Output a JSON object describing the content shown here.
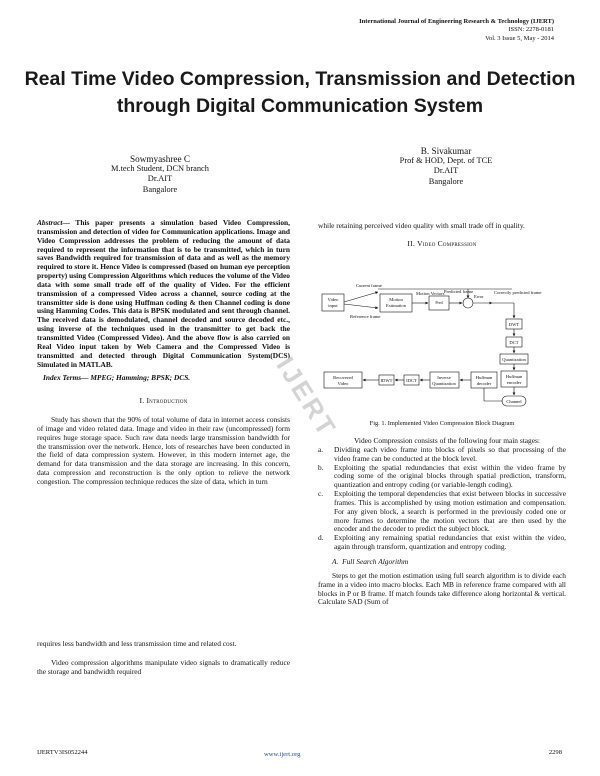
{
  "header": {
    "journal": "International Journal of Engineering Research & Technology (IJERT)",
    "issn": "ISSN: 2278-0181",
    "volume": "Vol. 3 Issue 5, May - 2014"
  },
  "title": "Real Time Video Compression, Transmission and Detection through Digital Communication System",
  "authors": [
    {
      "name": "Sowmyashree C",
      "aff1": "M.tech Student, DCN branch",
      "aff2": "Dr.AIT",
      "aff3": "Bangalore"
    },
    {
      "name": "B. Sivakumar",
      "aff1": "Prof & HOD, Dept. of TCE",
      "aff2": "Dr.AIT",
      "aff3": "Bangalore"
    }
  ],
  "abstract": {
    "label": "Abstract",
    "dash": "— ",
    "text": "This paper presents a simulation based Video Compression, transmission and detection of video for Communication applications. Image and Video Compression addresses the problem of reducing the amount of data required to represent the information that is to be transmitted, which in turn saves Bandwidth required for transmission of data and as well as the memory required to store it. Hence Video is compressed (based on human eye perception property) using Compression Algorithms which reduces the volume of the Video data with some small trade off of the quality of Video. For the efficient transmission of a compressed Video across a channel, source coding at the transmitter side is done using Huffman coding & then Channel coding is done using Hamming Codes. This data is BPSK modulated and sent through channel. The received data is demodulated, channel decoded and source decoded etc., using inverse of the techniques used in the transmitter to get back the transmitted Video (Compressed Video). And the above flow is also carried on Real Video input taken by Web Camera and the Compressed Video is transmitted and detected through Digital Communication System(DCS) Simulated in MATLAB."
  },
  "index_terms": {
    "label": "Index Terms",
    "text": "— MPEG; Hamming; BPSK; DCS."
  },
  "section1": {
    "num": "I.",
    "title": "Introduction",
    "para1": "Study has shown that the 90% of total volume of data in internet access consists of image and video related data. Image and video in their raw (uncompressed) form requires huge storage space. Such raw data needs large transmission bandwidth for the transmission over the network. Hence, lots of researches have been conducted in the field of data compression system. However, in this modern internet age, the demand for data transmission and the data storage are increasing. In this concern, data compression and reconstruction is the only option to relieve the network congestion. The compression technique reduces the size of data, which in turn",
    "para1_cont": "requires less bandwidth and less transmission time and related cost.",
    "para2": "Video compression algorithms manipulate video signals to dramatically reduce the storage and bandwidth required",
    "para2_cont": "while retaining perceived video quality with small trade off in quality."
  },
  "section2": {
    "num": "II.",
    "title": "Video Compression",
    "figure": {
      "caption": "Fig. 1. Implemented Video Compression Block Diagram",
      "labels": {
        "current_frame": "Current frame",
        "video_input": "Video input",
        "reference_frame": "Reference frame",
        "motion_estimation": "Motion Estimation",
        "motion_vectors": "Motion Vectors",
        "predicted_frame": "Predicted frame",
        "error": "Error",
        "correctly_predicted": "Correctly predicted frame",
        "dwt": "DWT",
        "dct": "DCT",
        "quantization": "Quantization",
        "huffman_encoder": "Huffman encoder",
        "channel": "Channel",
        "huffman_decoder": "Huffman decoder",
        "inverse_quantization": "Inverse Quantization",
        "idct": "IDCT",
        "idwt": "IDWT",
        "recovered_video": "Recovered Video"
      }
    },
    "intro": "Video Compression consists of the following four main stages:",
    "items": [
      {
        "label": "a.",
        "text": "Dividing each video frame into blocks of pixels so that processing of the video frame can be conducted at the block level."
      },
      {
        "label": "b.",
        "text": "Exploiting the spatial redundancies that exist within the video frame by coding some of the original blocks through spatial prediction, transform, quantization and entropy coding (or variable-length coding)."
      },
      {
        "label": "c.",
        "text": "Exploiting the temporal dependencies that exist between blocks in successive frames. This is accomplished by using motion estimation and compensation. For any given block, a search is performed in the previously coded one or more frames to determine the motion vectors that are then used by the encoder and the decoder to predict the subject block."
      },
      {
        "label": "d.",
        "text": "Exploiting any remaining spatial redundancies that exist within the video, again through transform, quantization and entropy coding."
      }
    ],
    "subsection": {
      "label": "A.",
      "title": "Full Search Algorithm",
      "text": "Steps to get the motion estimation using full search algorithm is to divide each frame in a video into macro blocks. Each MB in reference frame compared with all blocks in P or B frame. If match founds take difference along horizontal & vertical. Calculate SAD (Sum of"
    }
  },
  "footer": {
    "left": "IJERTV3IS052244",
    "center": "www.ijert.org",
    "right": "2298"
  },
  "watermark": "IJERT"
}
